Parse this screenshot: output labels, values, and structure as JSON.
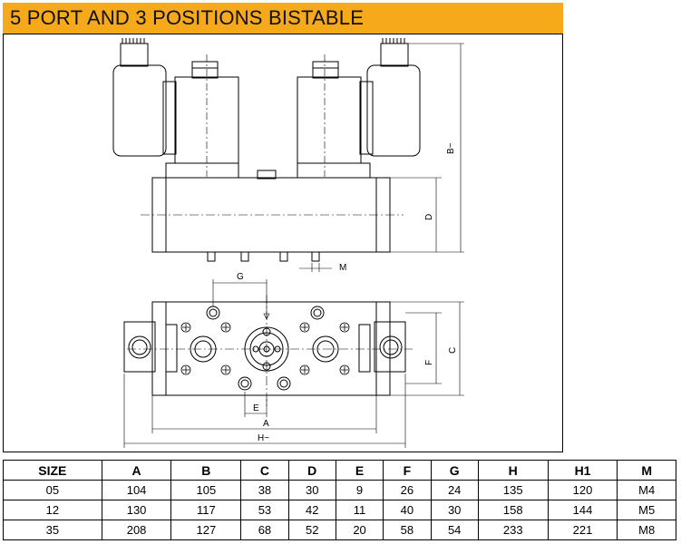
{
  "title": "5 PORT AND 3 POSITIONS BISTABLE",
  "labels": {
    "b": "B~",
    "d": "D",
    "m": "M",
    "g": "G",
    "c": "C",
    "f": "F",
    "e": "E",
    "a": "A",
    "h": "H~"
  },
  "table": {
    "headers": [
      "SIZE",
      "A",
      "B",
      "C",
      "D",
      "E",
      "F",
      "G",
      "H",
      "H1",
      "M"
    ],
    "rows": [
      [
        "05",
        "104",
        "105",
        "38",
        "30",
        "9",
        "26",
        "24",
        "135",
        "120",
        "M4"
      ],
      [
        "12",
        "130",
        "117",
        "53",
        "42",
        "11",
        "40",
        "30",
        "158",
        "144",
        "M5"
      ],
      [
        "35",
        "208",
        "127",
        "68",
        "52",
        "20",
        "58",
        "54",
        "233",
        "221",
        "M8"
      ]
    ]
  }
}
